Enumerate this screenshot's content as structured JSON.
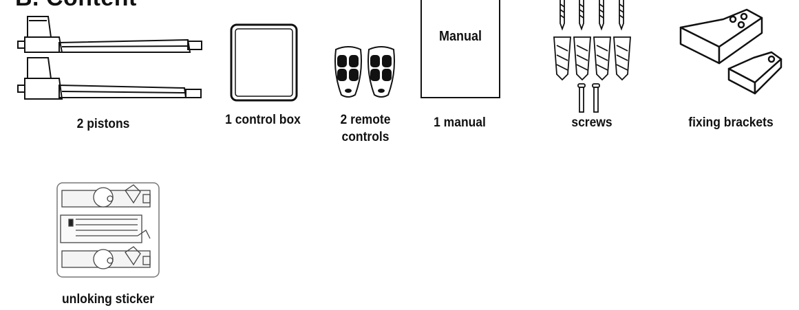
{
  "section": {
    "title": "B. Content"
  },
  "items": [
    {
      "id": "pistons",
      "caption": "2 pistons"
    },
    {
      "id": "control-box",
      "caption": "1 control box"
    },
    {
      "id": "remote-controls",
      "caption": "2 remote\ncontrols"
    },
    {
      "id": "manual",
      "caption": "1 manual",
      "cover_text": "Manual"
    },
    {
      "id": "screws",
      "caption": "screws"
    },
    {
      "id": "fixing-brackets",
      "caption": "fixing brackets"
    },
    {
      "id": "unlocking-sticker",
      "caption": "unloking sticker"
    }
  ]
}
